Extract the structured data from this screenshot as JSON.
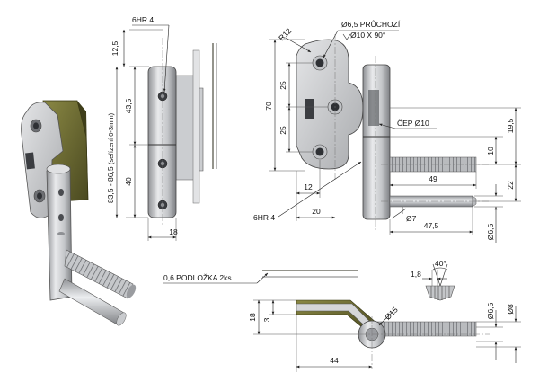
{
  "side_view": {
    "dim_top": "12,5",
    "dim_upper": "43,5",
    "dim_lower": "40",
    "dim_total": "83,5 - 86,5",
    "dim_total_note": "(seřízení 0-3mm)",
    "dim_width": "18",
    "screw_label": "6HR 4"
  },
  "front_view": {
    "radius": "R12",
    "hole_note_line1": "Ø6,5 PRŮCHOZÍ",
    "hole_note_line2": "Ø10 X 90°",
    "dim_height": "70",
    "dim_upper_half": "25",
    "dim_lower_half": "25",
    "dim_plate_width": "12",
    "dim_offset": "20",
    "screw_label": "6HR 4",
    "pin_label": "ČEP Ø10",
    "dim_pin_diameter": "Ø7",
    "dim_thread_length": "49",
    "dim_pin_length": "47,5",
    "dim_pin_offset": "10",
    "dim_thread_offset": "19,5",
    "dim_spacing": "22",
    "dim_pin_total": "Ø6,5"
  },
  "bottom_view": {
    "washer_label": "0,6 PODLOŽKA 2ks",
    "dim_height": "18",
    "dim_thickness": "3",
    "dim_length": "44",
    "dim_eye_diameter": "Ø15",
    "dim_thread_diameter": "Ø6,5",
    "dim_outer_diameter": "Ø8",
    "detail_gap": "1,8",
    "detail_angle": "40°"
  },
  "colors": {
    "metal_light": "#d9dadc",
    "metal_mid": "#b4b6b9",
    "metal_dark": "#808286",
    "olive": "#6b6a35",
    "olive_dark": "#3e3d1a",
    "line": "#222222"
  }
}
